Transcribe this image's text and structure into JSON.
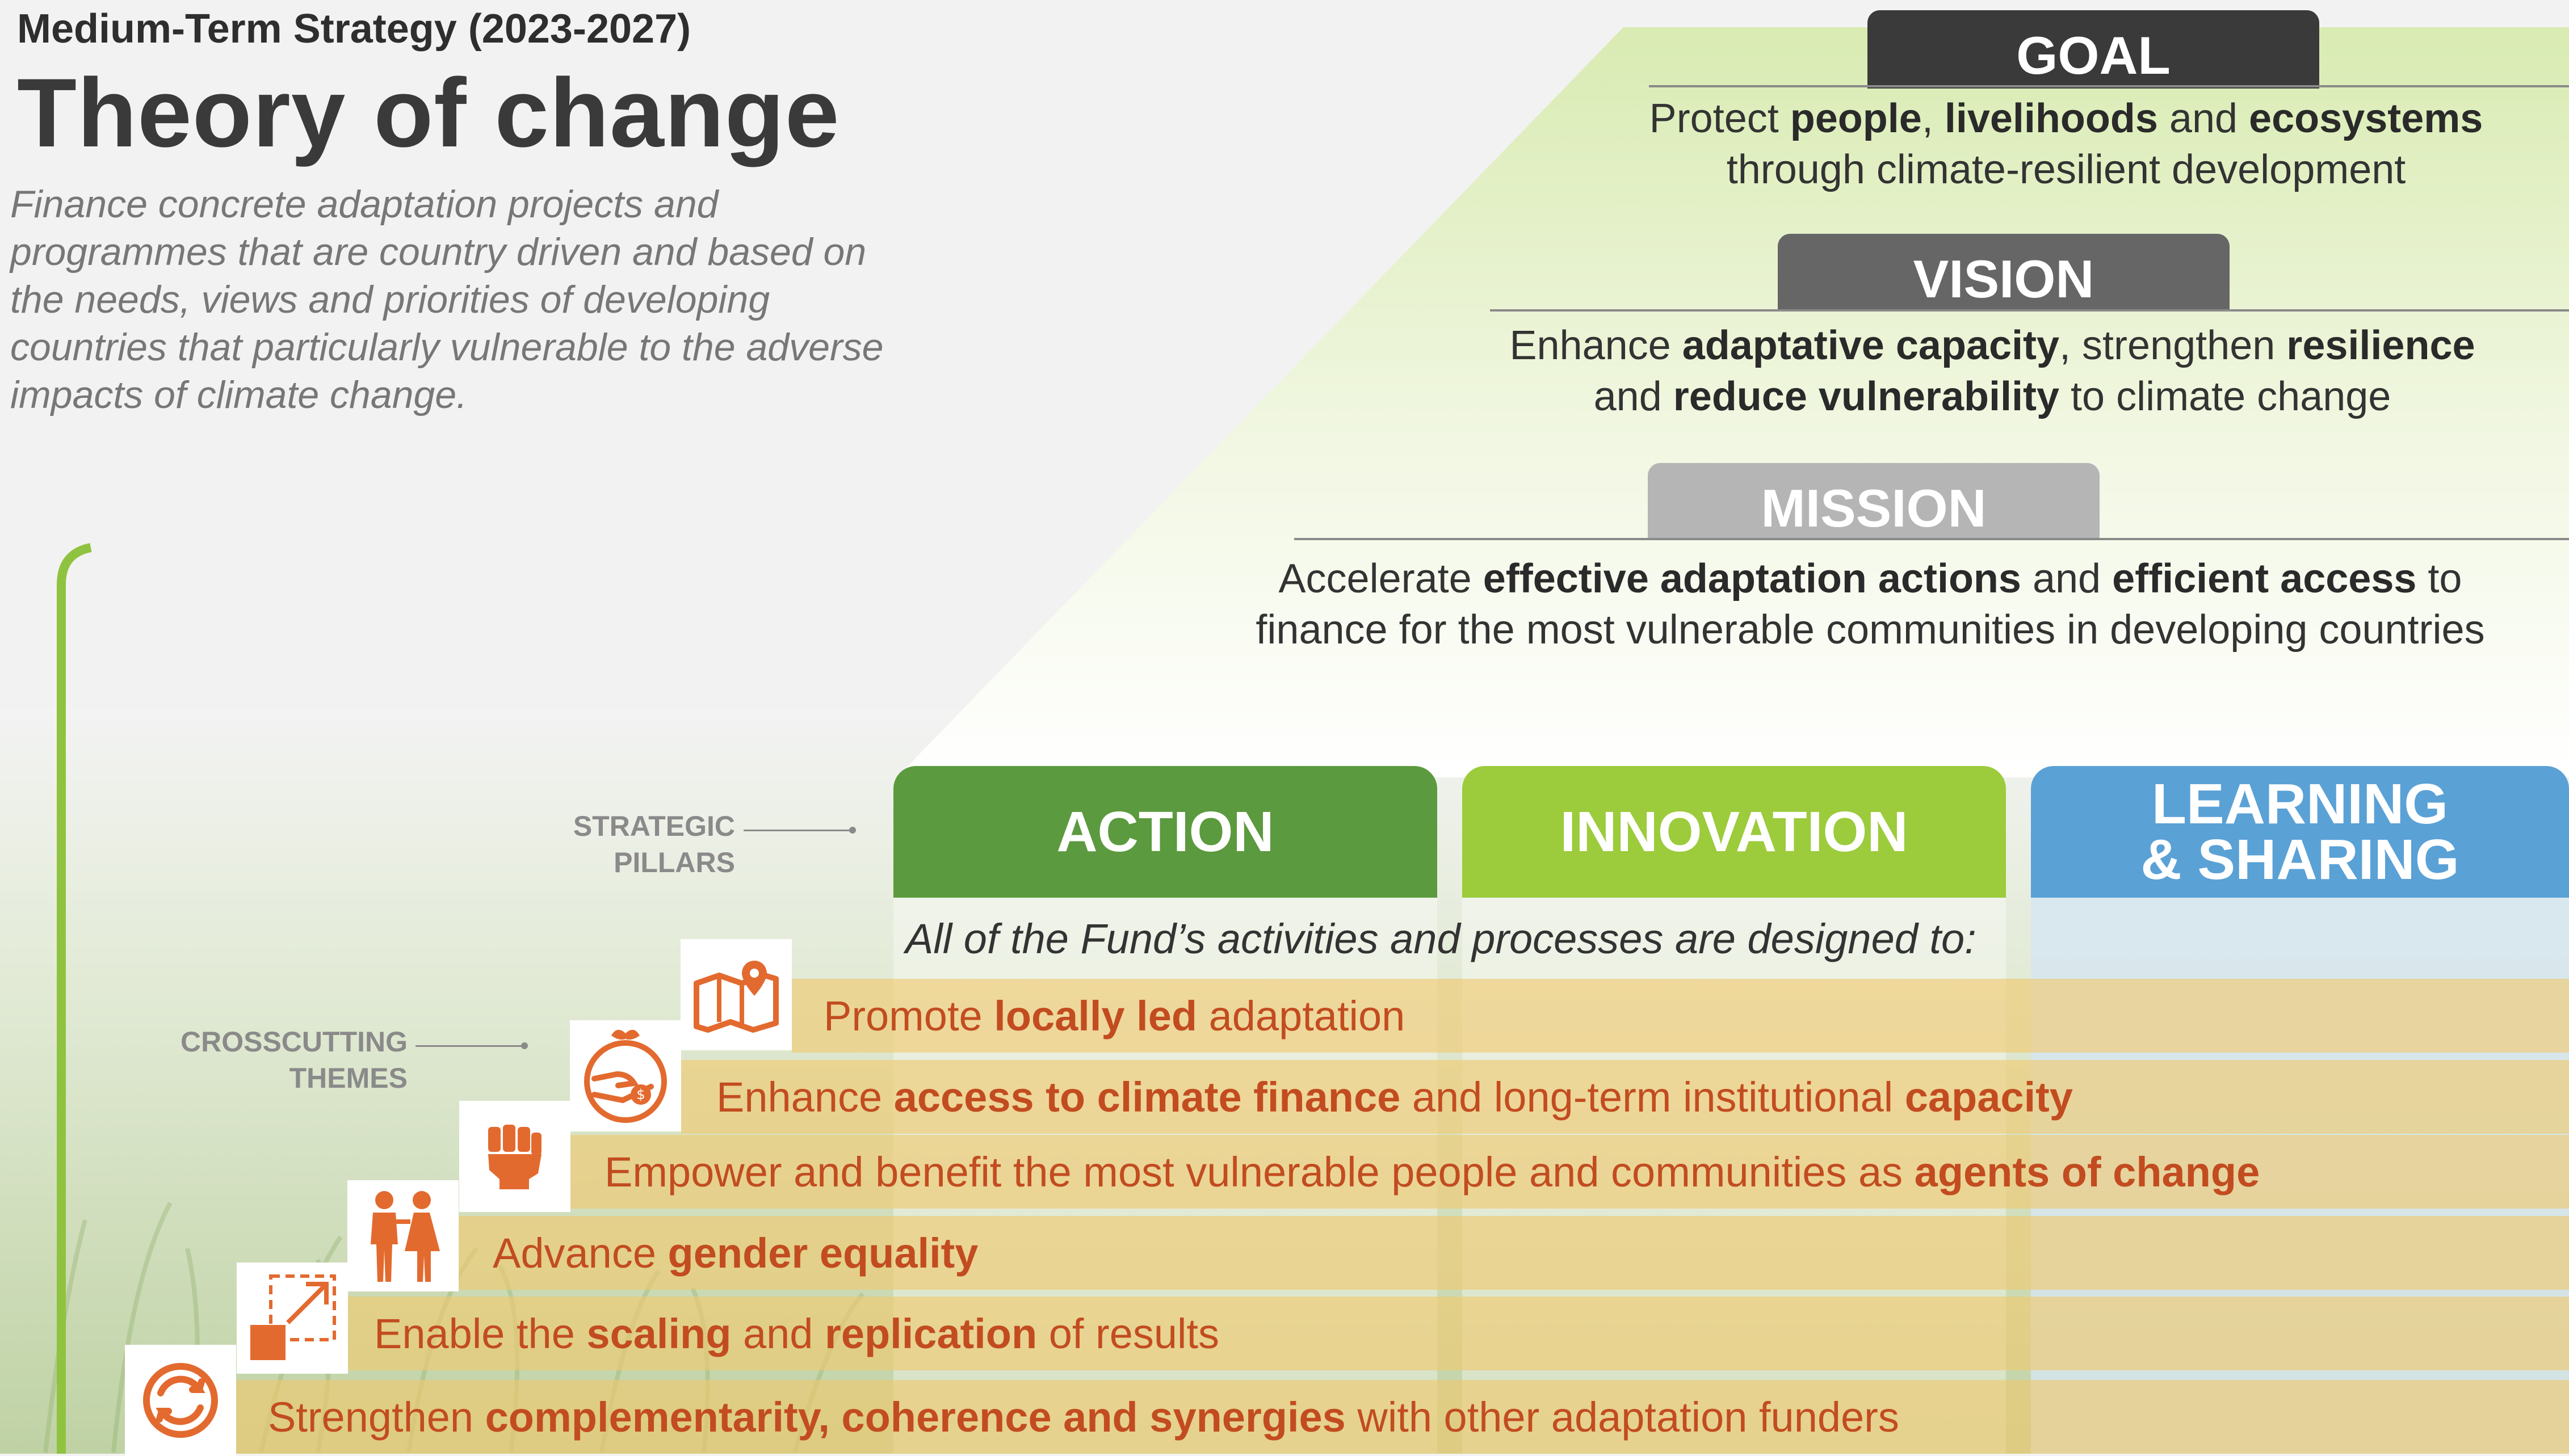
{
  "header": {
    "subtitle": "Medium-Term Strategy (2023-2027)",
    "title": "Theory of change",
    "intro": "Finance concrete adaptation projects and programmes that are country driven and based on the needs, views and priorities of developing countries that particularly vulnerable to the adverse impacts of climate change."
  },
  "hierarchy": {
    "goal": {
      "label": "GOAL",
      "line1": [
        "Protect ",
        "people",
        ", ",
        "livelihoods",
        " and ",
        "ecosystems"
      ],
      "line2": "through climate-resilient development"
    },
    "vision": {
      "label": "VISION",
      "line1": [
        "Enhance ",
        "adaptative capacity",
        ", strengthen ",
        "resilience"
      ],
      "line2": [
        "and ",
        "reduce vulnerability",
        " to climate change"
      ]
    },
    "mission": {
      "label": "MISSION",
      "line1": [
        "Accelerate ",
        "effective adaptation actions",
        " and ",
        "efficient access",
        " to"
      ],
      "line2": "finance for the most vulnerable communities in developing countries"
    }
  },
  "labels": {
    "strategic_pillars": [
      "STRATEGIC",
      "PILLARS"
    ],
    "crosscutting_themes": [
      "CROSSCUTTING",
      "THEMES"
    ]
  },
  "pillars": [
    {
      "label": "ACTION",
      "color": "#5b9a3e"
    },
    {
      "label": "INNOVATION",
      "color": "#9ccb3c"
    },
    {
      "label": "LEARNING\n& SHARING",
      "color": "#5aa1d6"
    }
  ],
  "designed_to": "All of the Fund’s activities and processes are designed to:",
  "themes": [
    {
      "icon": "map-pin-icon",
      "parts": [
        "Promote ",
        "locally led",
        " adaptation"
      ]
    },
    {
      "icon": "hand-money-plant-icon",
      "parts": [
        "Enhance ",
        "access to climate finance",
        " and long-term institutional ",
        "capacity"
      ]
    },
    {
      "icon": "raised-fist-icon",
      "parts": [
        "Empower and benefit the most vulnerable people and communities as ",
        "agents of change"
      ]
    },
    {
      "icon": "gender-people-icon",
      "parts": [
        "Advance ",
        "gender equality"
      ]
    },
    {
      "icon": "scaling-arrow-icon",
      "parts": [
        "Enable the ",
        "scaling",
        " and ",
        "replication",
        " of results"
      ]
    },
    {
      "icon": "cycle-arrows-icon",
      "parts": [
        "Strengthen ",
        "complementarity, coherence and synergies",
        " with other adaptation funders"
      ]
    }
  ],
  "colors": {
    "accent_orange": "#c24c20",
    "icon_orange": "#e36a2f",
    "goal_tab": "#3a3a3a",
    "vision_tab": "#666666",
    "mission_tab": "#b5b5b5"
  }
}
